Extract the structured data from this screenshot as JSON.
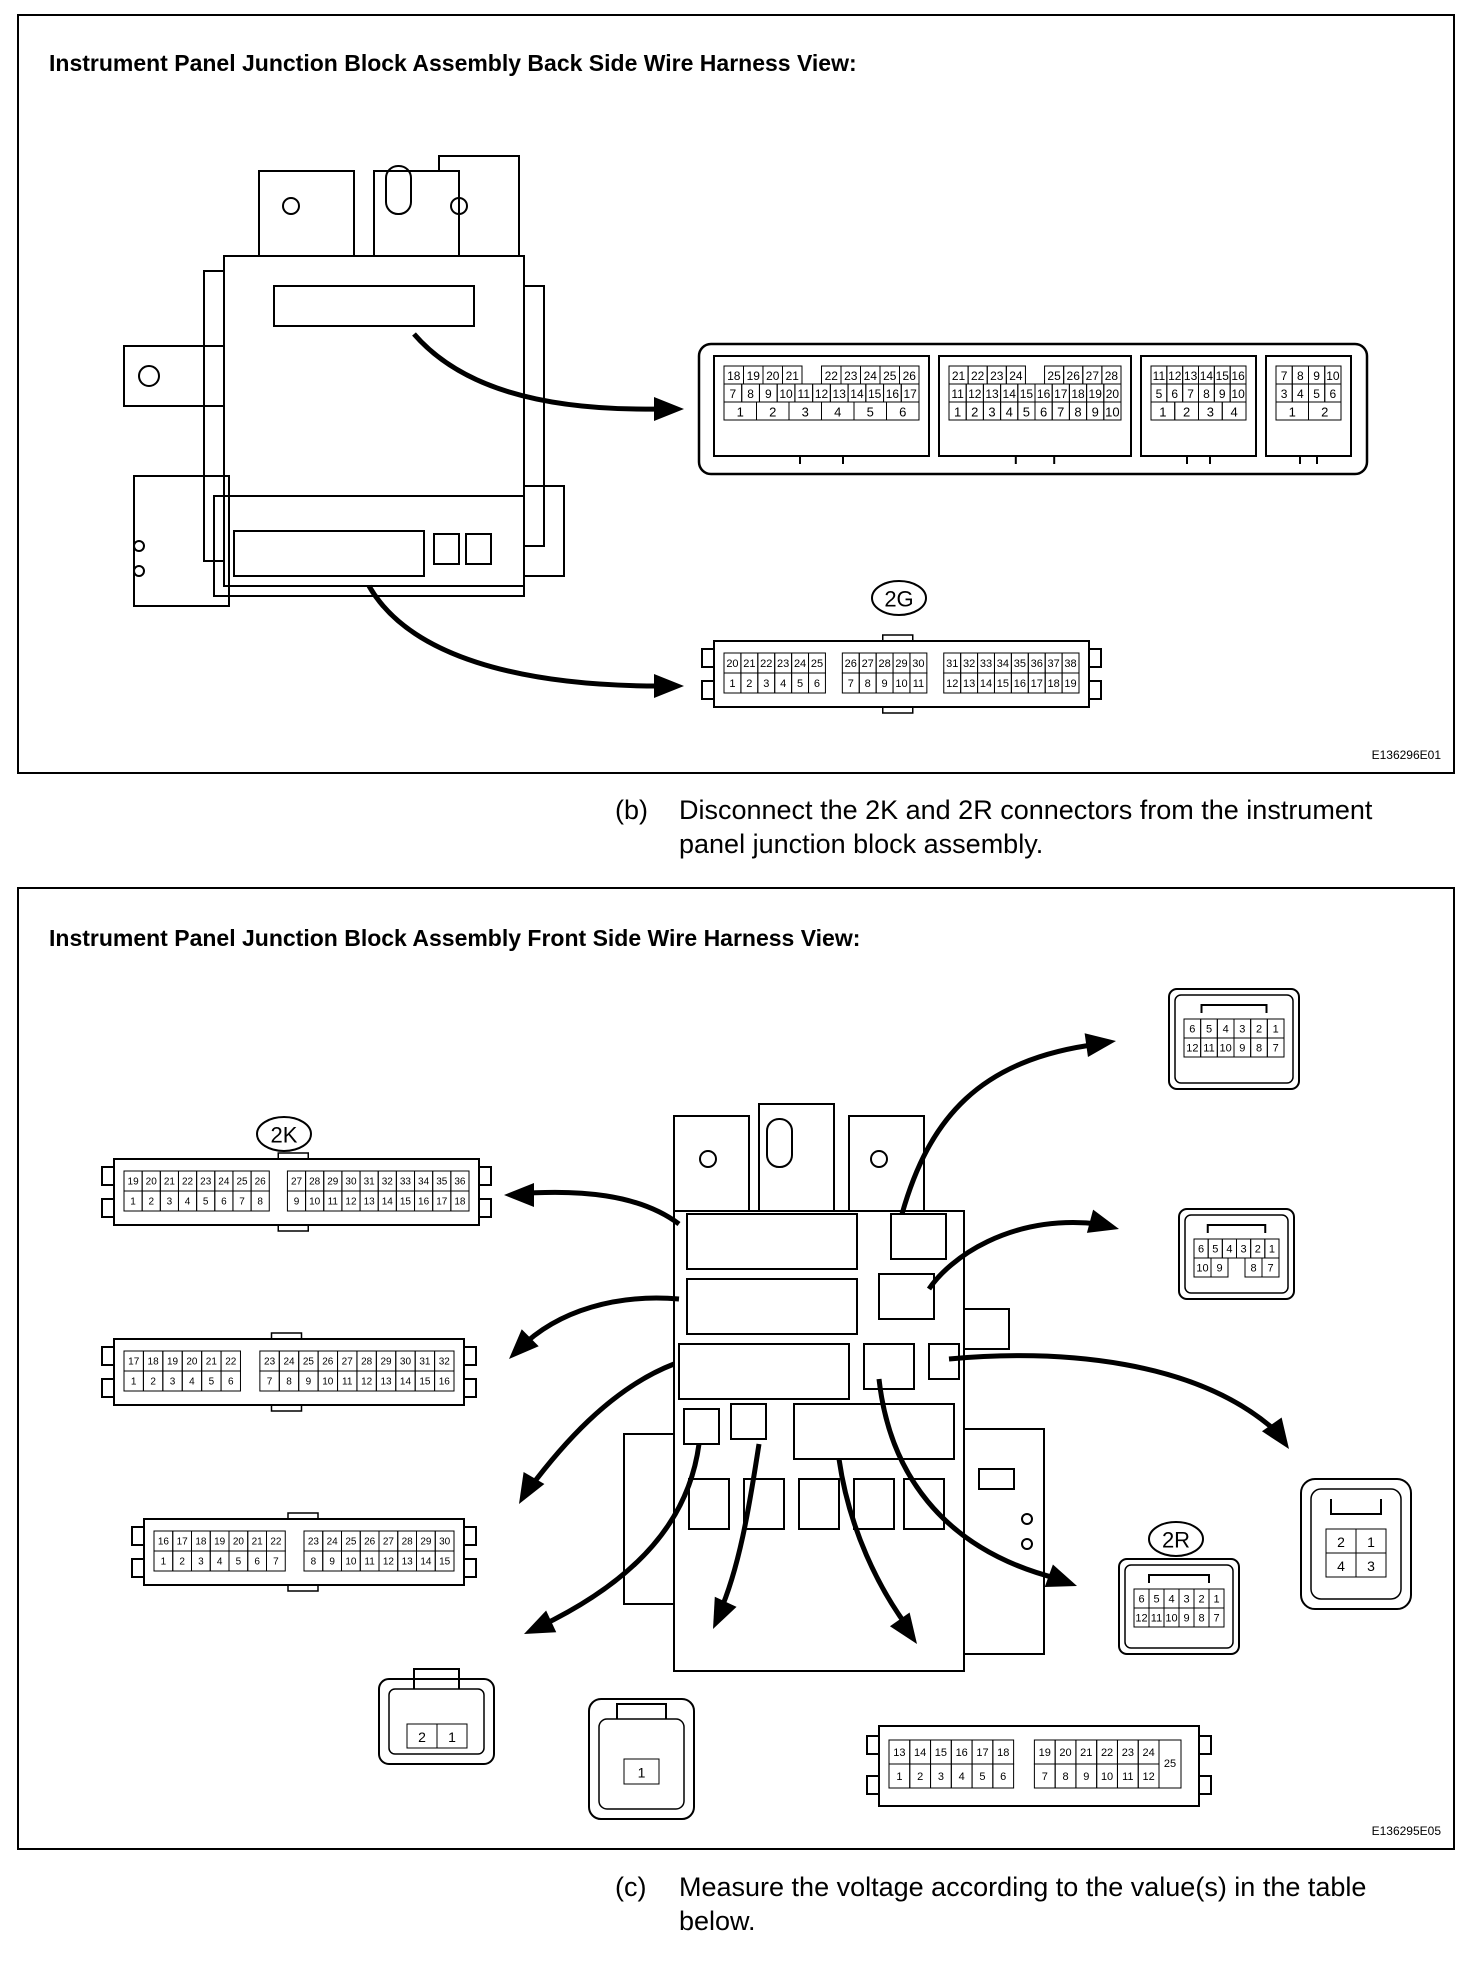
{
  "top_figure": {
    "title": "Instrument Panel Junction Block Assembly Back Side Wire Harness View:",
    "code": "E136296E01",
    "connector_labels": {
      "c2g": "2G"
    },
    "upper_connectors": [
      {
        "top": [
          "18",
          "19",
          "20",
          "21",
          "",
          "22",
          "23",
          "24",
          "25",
          "26"
        ],
        "mid": [
          "7",
          "8",
          "9",
          "10",
          "11",
          "12",
          "13",
          "14",
          "15",
          "16",
          "17"
        ],
        "bot": [
          "1",
          "2",
          "3",
          "4",
          "5",
          "6"
        ]
      },
      {
        "top": [
          "21",
          "22",
          "23",
          "24",
          "",
          "25",
          "26",
          "27",
          "28"
        ],
        "mid": [
          "11",
          "12",
          "13",
          "14",
          "15",
          "16",
          "17",
          "18",
          "19",
          "20"
        ],
        "bot": [
          "1",
          "2",
          "3",
          "4",
          "5",
          "6",
          "7",
          "8",
          "9",
          "10"
        ]
      },
      {
        "top": [
          "11",
          "12",
          "13",
          "14",
          "15",
          "16"
        ],
        "mid": [
          "5",
          "6",
          "7",
          "8",
          "9",
          "10"
        ],
        "bot": [
          "1",
          "2",
          "3",
          "4"
        ]
      },
      {
        "top": [
          "7",
          "8",
          "9",
          "10"
        ],
        "mid": [
          "3",
          "4",
          "5",
          "6"
        ],
        "bot": [
          "1",
          "2"
        ]
      }
    ],
    "connector_2g": {
      "top": [
        "20",
        "21",
        "22",
        "23",
        "24",
        "25",
        "",
        "26",
        "27",
        "28",
        "29",
        "30",
        "",
        "31",
        "32",
        "33",
        "34",
        "35",
        "36",
        "37",
        "38"
      ],
      "bot": [
        "1",
        "2",
        "3",
        "4",
        "5",
        "6",
        "",
        "7",
        "8",
        "9",
        "10",
        "11",
        "",
        "12",
        "13",
        "14",
        "15",
        "16",
        "17",
        "18",
        "19"
      ]
    }
  },
  "step_b": {
    "label": "(b)",
    "text": "Disconnect the 2K and 2R connectors from the instrument panel junction block assembly."
  },
  "bottom_figure": {
    "title": "Instrument Panel Junction Block Assembly Front Side Wire Harness View:",
    "code": "E136295E05",
    "connector_labels": {
      "c2k": "2K",
      "c2r": "2R"
    },
    "connector_2k": {
      "top": [
        "19",
        "20",
        "21",
        "22",
        "23",
        "24",
        "25",
        "26",
        "",
        "27",
        "28",
        "29",
        "30",
        "31",
        "32",
        "33",
        "34",
        "35",
        "36"
      ],
      "bot": [
        "1",
        "2",
        "3",
        "4",
        "5",
        "6",
        "7",
        "8",
        "",
        "9",
        "10",
        "11",
        "12",
        "13",
        "14",
        "15",
        "16",
        "17",
        "18"
      ]
    },
    "connector_l2": {
      "top": [
        "17",
        "18",
        "19",
        "20",
        "21",
        "22",
        "",
        "23",
        "24",
        "25",
        "26",
        "27",
        "28",
        "29",
        "30",
        "31",
        "32"
      ],
      "bot": [
        "1",
        "2",
        "3",
        "4",
        "5",
        "6",
        "",
        "7",
        "8",
        "9",
        "10",
        "11",
        "12",
        "13",
        "14",
        "15",
        "16"
      ]
    },
    "connector_l3": {
      "top": [
        "16",
        "17",
        "18",
        "19",
        "20",
        "21",
        "22",
        "",
        "23",
        "24",
        "25",
        "26",
        "27",
        "28",
        "29",
        "30"
      ],
      "bot": [
        "1",
        "2",
        "3",
        "4",
        "5",
        "6",
        "7",
        "",
        "8",
        "9",
        "10",
        "11",
        "12",
        "13",
        "14",
        "15"
      ]
    },
    "connector_tr1": {
      "top": [
        "6",
        "5",
        "4",
        "3",
        "2",
        "1"
      ],
      "bot": [
        "12",
        "11",
        "10",
        "9",
        "8",
        "7"
      ]
    },
    "connector_tr2": {
      "top": [
        "6",
        "5",
        "4",
        "3",
        "2",
        "1"
      ],
      "bot": [
        "10",
        "9",
        "",
        "8",
        "7"
      ]
    },
    "connector_2r": {
      "top": [
        "6",
        "5",
        "4",
        "3",
        "2",
        "1"
      ],
      "bot": [
        "12",
        "11",
        "10",
        "9",
        "8",
        "7"
      ]
    },
    "connector_4pin": {
      "top": [
        "2",
        "1"
      ],
      "bot": [
        "4",
        "3"
      ]
    },
    "connector_2pin": [
      "2",
      "1"
    ],
    "connector_1pin": [
      "1"
    ],
    "connector_25": {
      "top": [
        "13",
        "14",
        "15",
        "16",
        "17",
        "18",
        "",
        "19",
        "20",
        "21",
        "22",
        "23",
        "24"
      ],
      "bot": [
        "1",
        "2",
        "3",
        "4",
        "5",
        "6",
        "",
        "7",
        "8",
        "9",
        "10",
        "11",
        "12"
      ],
      "extra": "25"
    }
  },
  "step_c": {
    "label": "(c)",
    "text": "Measure the voltage according to the value(s) in the table below."
  }
}
